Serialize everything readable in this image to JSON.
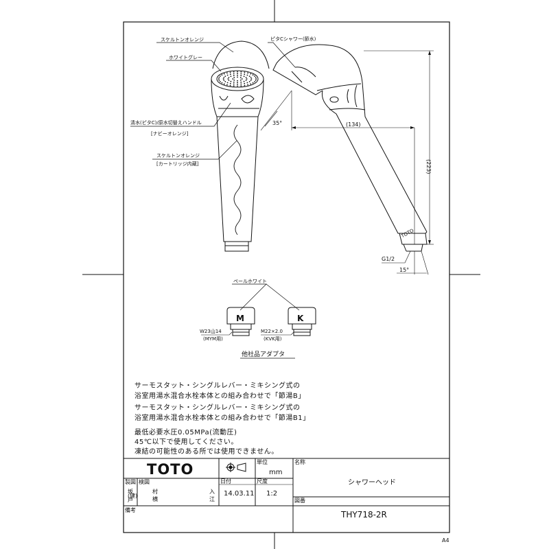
{
  "labels": {
    "skeleton_orange_top": "スケルトンオレンジ",
    "white_gray": "ホワイトグレー",
    "handle_line1": "清水(ピタC)/原水切替えハンドル",
    "handle_line2": "[ナビーオレンジ]",
    "skeleton_orange_cart1": "スケルトンオレンジ",
    "skeleton_orange_cart2": "[カートリッジ内蔵]",
    "pita_c_shower": "ピタCシャワー(節水)",
    "brand_on_head": "TOTO",
    "pale_white": "ペールホワイト",
    "adapter_m_letter": "M",
    "adapter_k_letter": "K",
    "adapter_m_thread": "W23山14",
    "adapter_m_use": "(MYM用)",
    "adapter_k_thread": "M22×2.0",
    "adapter_k_use": "(KVK用)",
    "other_adapters": "他社品アダプタ"
  },
  "dimensions": {
    "angle_35": "35°",
    "length_134": "(134)",
    "height_223": "(223)",
    "thread_g12": "G1/2",
    "angle_15": "15°"
  },
  "notes": [
    "サーモスタット・シングルレバー・ミキシング式の",
    "浴室用湯水混合水栓本体との組み合わせで「節湯B」",
    "サーモスタット・シングルレバー・ミキシング式の",
    "浴室用湯水混合水栓本体との組み合わせで「節湯B1」",
    "最低必要水圧0.05MPa(流動圧)",
    "45℃以下で使用してください。",
    "凍結の可能性のある所では使用できません。"
  ],
  "title_block": {
    "company": "TOTO",
    "unit_label": "単位",
    "unit_value": "mm",
    "name_label": "名称",
    "name_value": "シャワーヘッド",
    "drafted_label": "製図",
    "checked_label": "検図",
    "date_label": "日付",
    "scale_label": "尺度",
    "drafter_1": "坂",
    "drafter_2": "戸",
    "drafter_1_mark": "(健)",
    "checker_1": "村",
    "checker_2": "横",
    "checker_stamp_1": "入",
    "checker_stamp_2": "江",
    "date_value": "14.03.11",
    "scale_value": "1:2",
    "drawing_no_label": "図番",
    "drawing_no_value": "THY718-2R",
    "remarks_label": "備考"
  },
  "sheet_size": "A4"
}
